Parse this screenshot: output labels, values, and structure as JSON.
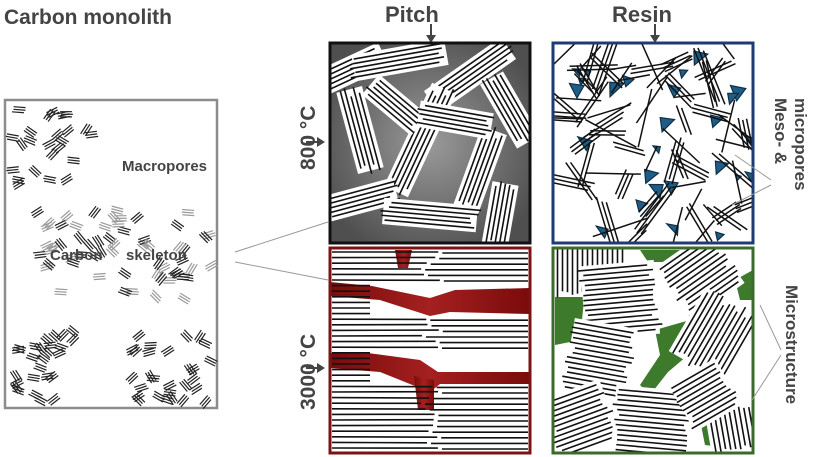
{
  "titles": {
    "left": "Carbon monolith",
    "pitch": "Pitch",
    "resin": "Resin"
  },
  "labels": {
    "macropores": "Macropores",
    "skeleton_a": "Carbon",
    "skeleton_b": "skeleton",
    "temp_low": "800 °C",
    "temp_high": "3000 °C",
    "meso_line1": "Meso- &",
    "meso_line2": "micropores",
    "microstructure": "Microstructure"
  },
  "colors": {
    "pitch_800_frame": "#111111",
    "resin_800_frame": "#1f3b73",
    "pitch_3000_frame": "#7a1414",
    "resin_3000_frame": "#3c6a2a",
    "pore_gray": "#6e6e6e",
    "pore_blue": "#1f5d86",
    "pore_red": "#8d0f0f",
    "pore_green": "#3e7a2c",
    "monolith_frame": "#8c8c8c"
  }
}
